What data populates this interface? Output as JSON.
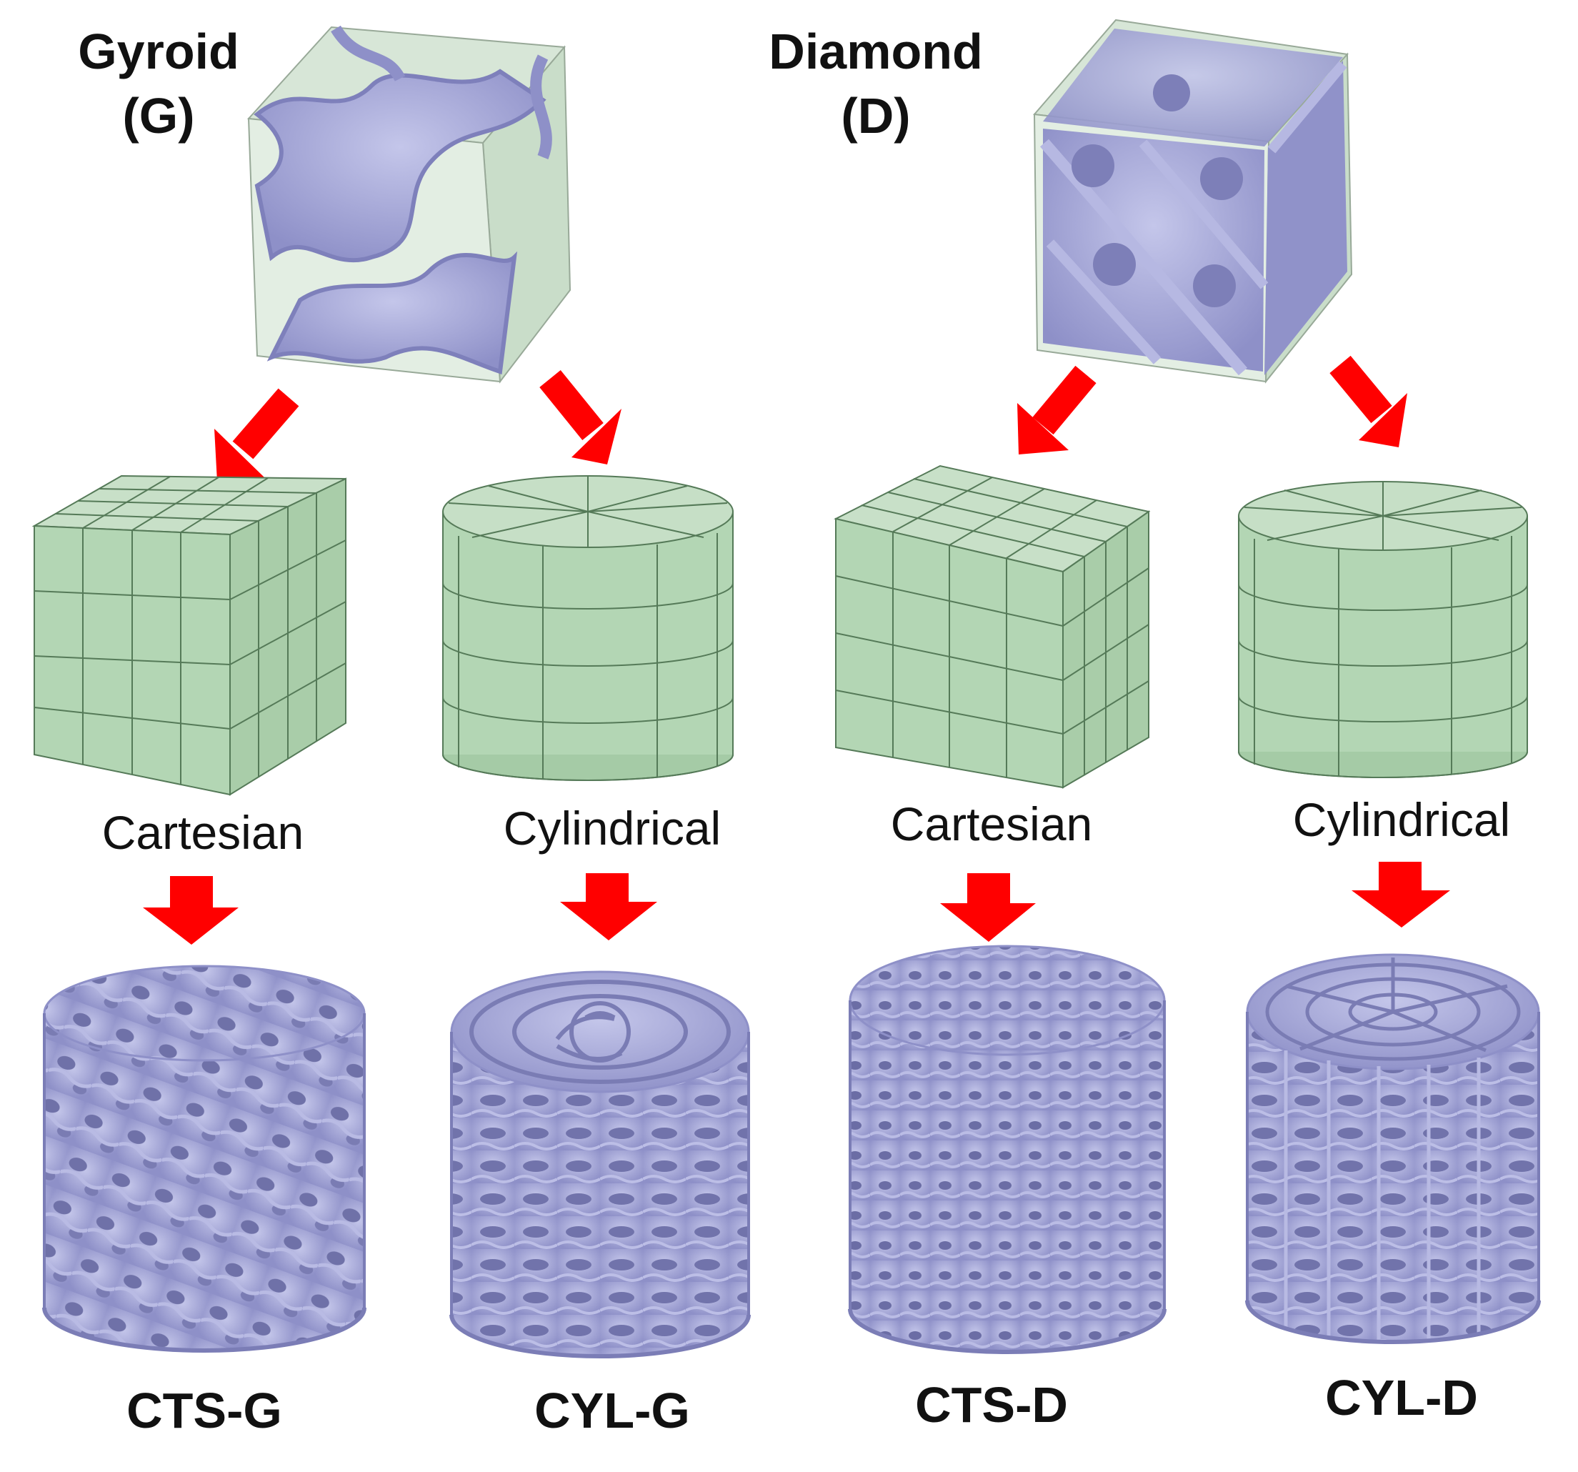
{
  "gyroid": {
    "line1": "Gyroid",
    "line2": "(G)"
  },
  "diamond": {
    "line1": "Diamond",
    "line2": "(D)"
  },
  "grid_labels": [
    "Cartesian",
    "Cylindrical",
    "Cartesian",
    "Cylindrical"
  ],
  "structures": [
    "CTS-G",
    "CYL-G",
    "CTS-D",
    "CYL-D"
  ],
  "colors": {
    "arrow": "#ff0000",
    "lattice": "#a7a9d8",
    "lattice_shade": "#8486bf",
    "grid_fill": "#b3d6b4",
    "grid_line": "#557a58",
    "unit_box": "#e2eee2"
  }
}
